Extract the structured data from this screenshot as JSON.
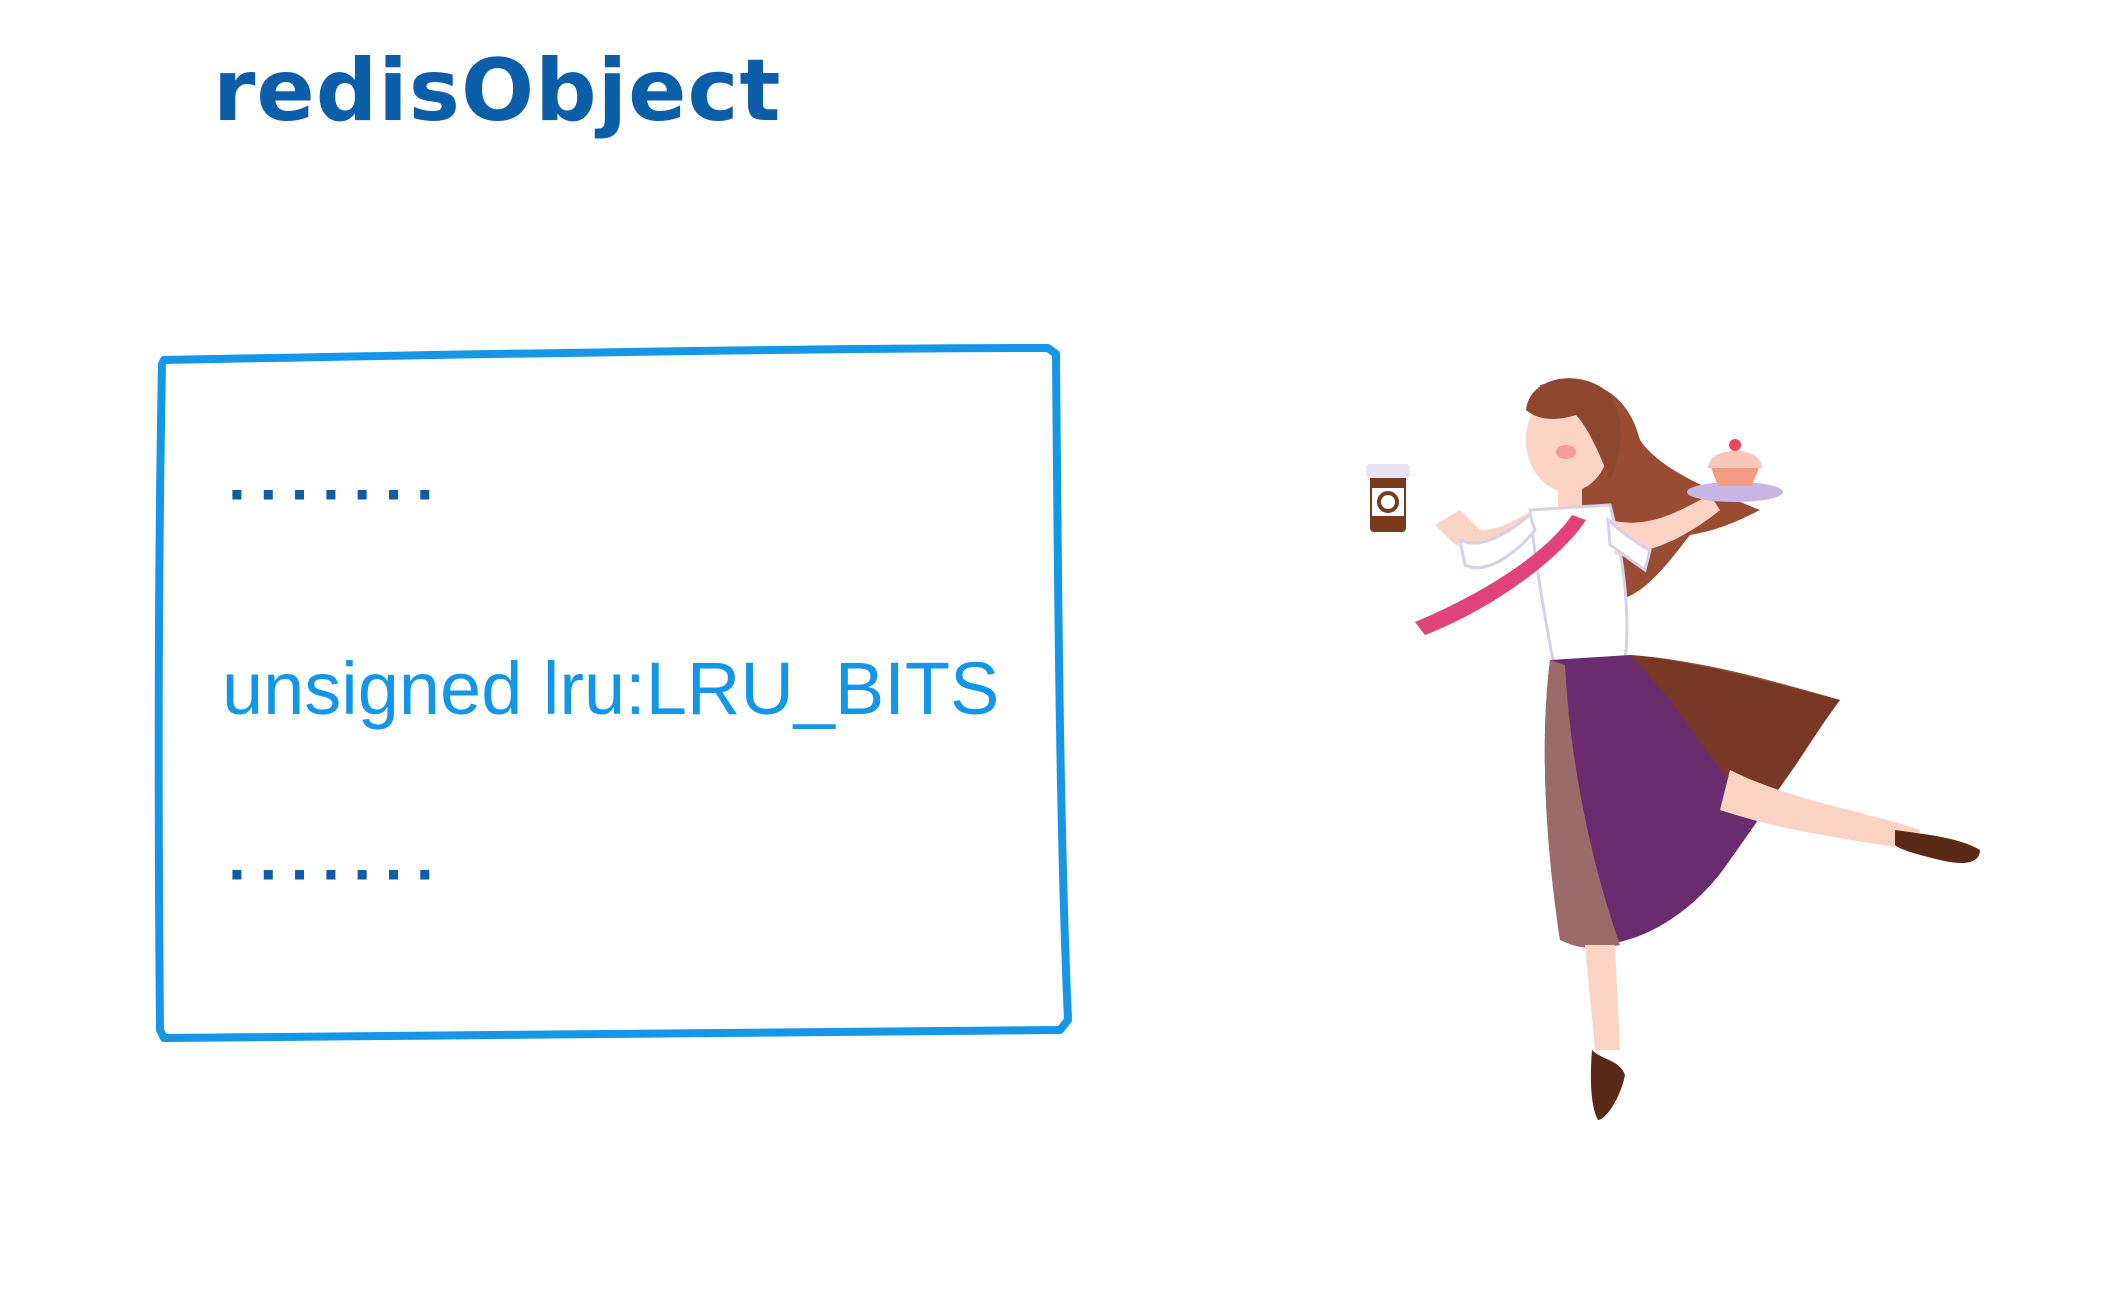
{
  "title": "redisObject",
  "struct": {
    "fields": [
      {
        "text": "·······"
      },
      {
        "text": "unsigned lru:LRU_BITS"
      },
      {
        "text": "·······"
      }
    ]
  },
  "colors": {
    "title": "#0d5ea8",
    "box_border": "#1596e6",
    "lru_text": "#1296e8",
    "dots": "#0d5ea8"
  },
  "illustration": {
    "icon": "woman-dancing-with-coffee-and-cupcake-illustration"
  }
}
